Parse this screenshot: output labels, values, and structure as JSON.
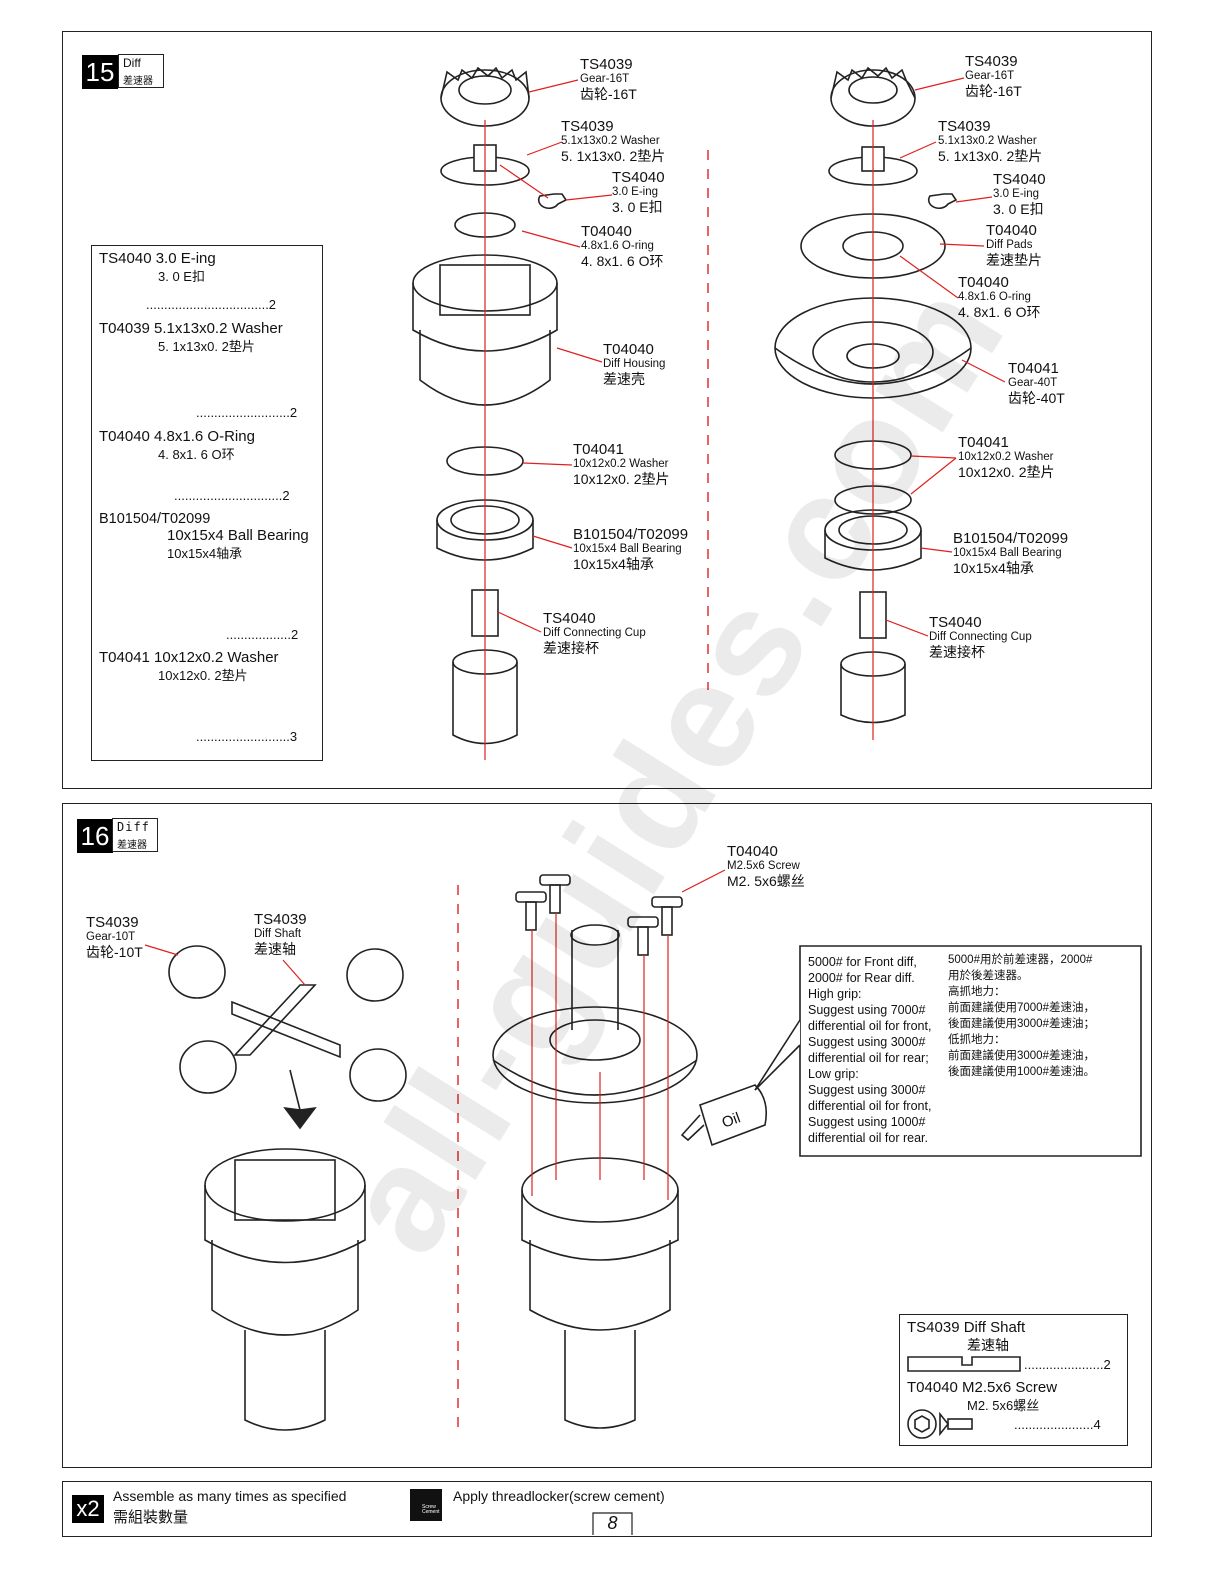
{
  "watermark": "all-guides.com",
  "page_number": "8",
  "step15": {
    "number": "15",
    "title_en": "Diff",
    "title_cn": "差速器",
    "left_labels": [
      {
        "pn": "TS4039",
        "en": "Gear-16T",
        "cn": "齿轮-16T"
      },
      {
        "pn": "TS4039",
        "en": "5.1x13x0.2 Washer",
        "cn": "5. 1x13x0. 2垫片"
      },
      {
        "pn": "TS4040",
        "en": "3.0 E-ing",
        "cn": "3. 0  E扣"
      },
      {
        "pn": "T04040",
        "en": "4.8x1.6 O-ring",
        "cn": "4. 8x1. 6  O环"
      },
      {
        "pn": "T04040",
        "en": "Diff Housing",
        "cn": "差速壳"
      },
      {
        "pn": "T04041",
        "en": "10x12x0.2 Washer",
        "cn": "10x12x0. 2垫片"
      },
      {
        "pn": "B101504/T02099",
        "en": "10x15x4 Ball Bearing",
        "cn": "10x15x4轴承"
      },
      {
        "pn": "TS4040",
        "en": "Diff Connecting Cup",
        "cn": "差速接杯"
      }
    ],
    "right_labels": [
      {
        "pn": "TS4039",
        "en": "Gear-16T",
        "cn": "齿轮-16T"
      },
      {
        "pn": "TS4039",
        "en": "5.1x13x0.2 Washer",
        "cn": "5. 1x13x0. 2垫片"
      },
      {
        "pn": "TS4040",
        "en": "3.0 E-ing",
        "cn": "3. 0  E扣"
      },
      {
        "pn": "T04040",
        "en": "Diff Pads",
        "cn": "差速垫片"
      },
      {
        "pn": "T04040",
        "en": "4.8x1.6 O-ring",
        "cn": "4. 8x1. 6  O环"
      },
      {
        "pn": "T04041",
        "en": "Gear-40T",
        "cn": "齿轮-40T"
      },
      {
        "pn": "T04041",
        "en": "10x12x0.2 Washer",
        "cn": "10x12x0. 2垫片"
      },
      {
        "pn": "B101504/T02099",
        "en": "10x15x4 Ball Bearing",
        "cn": "10x15x4轴承"
      },
      {
        "pn": "TS4040",
        "en": "Diff Connecting Cup",
        "cn": "差速接杯"
      }
    ],
    "parts_list": [
      {
        "line1": "TS4040 3.0 E-ing",
        "line2": "3. 0  E扣",
        "qty": "..................................2"
      },
      {
        "line1": "T04039 5.1x13x0.2 Washer",
        "line2": "5. 1x13x0. 2垫片",
        "qty": "..........................2"
      },
      {
        "line1": "T04040 4.8x1.6 O-Ring",
        "line2": "4. 8x1. 6  O环",
        "qty": "..............................2"
      },
      {
        "line1": "B101504/T02099",
        "line1b": "10x15x4 Ball Bearing",
        "line2": "10x15x4轴承",
        "qty": "..................2"
      },
      {
        "line1": "T04041 10x12x0.2 Washer",
        "line2": "10x12x0. 2垫片",
        "qty": "..........................3"
      }
    ]
  },
  "step16": {
    "number": "16",
    "title_en": "Diff",
    "title_cn": "差速器",
    "labels": [
      {
        "pn": "TS4039",
        "en": "Gear-10T",
        "cn": "齿轮-10T"
      },
      {
        "pn": "TS4039",
        "en": "Diff Shaft",
        "cn": "差速轴"
      },
      {
        "pn": "T04040",
        "en": "M2.5x6 Screw",
        "cn": "M2. 5x6螺丝"
      }
    ],
    "oil_label": "Oil",
    "note_en": [
      "5000# for Front diff,",
      "2000# for Rear diff.",
      "High grip:",
      "Suggest using 7000#",
      "differential oil for front,",
      "Suggest using 3000#",
      "differential oil for rear;",
      "Low grip:",
      "Suggest using 3000#",
      "differential oil for front,",
      "Suggest using 1000#",
      "differential oil for rear."
    ],
    "note_cn": [
      "5000#用於前差速器，2000#",
      "用於後差速器。",
      "高抓地力：",
      "前面建議使用7000#差速油，",
      "後面建議使用3000#差速油；",
      "低抓地力：",
      "前面建議使用3000#差速油，",
      "後面建議使用1000#差速油。"
    ],
    "parts_list": [
      {
        "line1": "TS4039 Diff Shaft",
        "line2": "差速轴",
        "qty": "......................2"
      },
      {
        "line1": "T04040 M2.5x6 Screw",
        "line2": "M2. 5x6螺丝",
        "qty": "......................4"
      }
    ]
  },
  "footer": {
    "x2_icon": "x2",
    "x2_en": "Assemble as many times as specified",
    "x2_cn": "需組裝數量",
    "screw_icon_text": "Screw Cement",
    "screw_en": "Apply threadlocker(screw cement)"
  }
}
